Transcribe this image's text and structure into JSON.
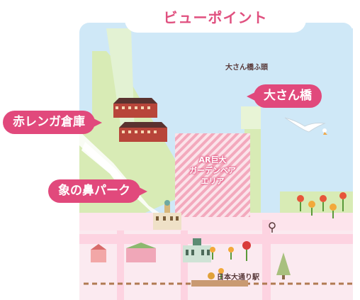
{
  "title": "ビューポイント",
  "callouts": {
    "red_brick": "赤レンガ倉庫",
    "osanbashi": "大さん橋",
    "zounohana": "象の鼻パーク"
  },
  "labels": {
    "osanbashi_head": "大さん橋ふ頭",
    "ar_area_line1": "AR巨大",
    "ar_area_line2": "ガーデンベア",
    "ar_area_line3": "エリア",
    "station": "日本大通り駅"
  },
  "colors": {
    "sea": "#cfe8f7",
    "land": "#d8ebb5",
    "road": "#fde4ec",
    "accent": "#e1497c",
    "rail": "#b07a52"
  },
  "icons": [
    "station-icon",
    "warehouse-icon",
    "tulip-icon",
    "seagull-icon",
    "tree-icon",
    "building-icon"
  ]
}
